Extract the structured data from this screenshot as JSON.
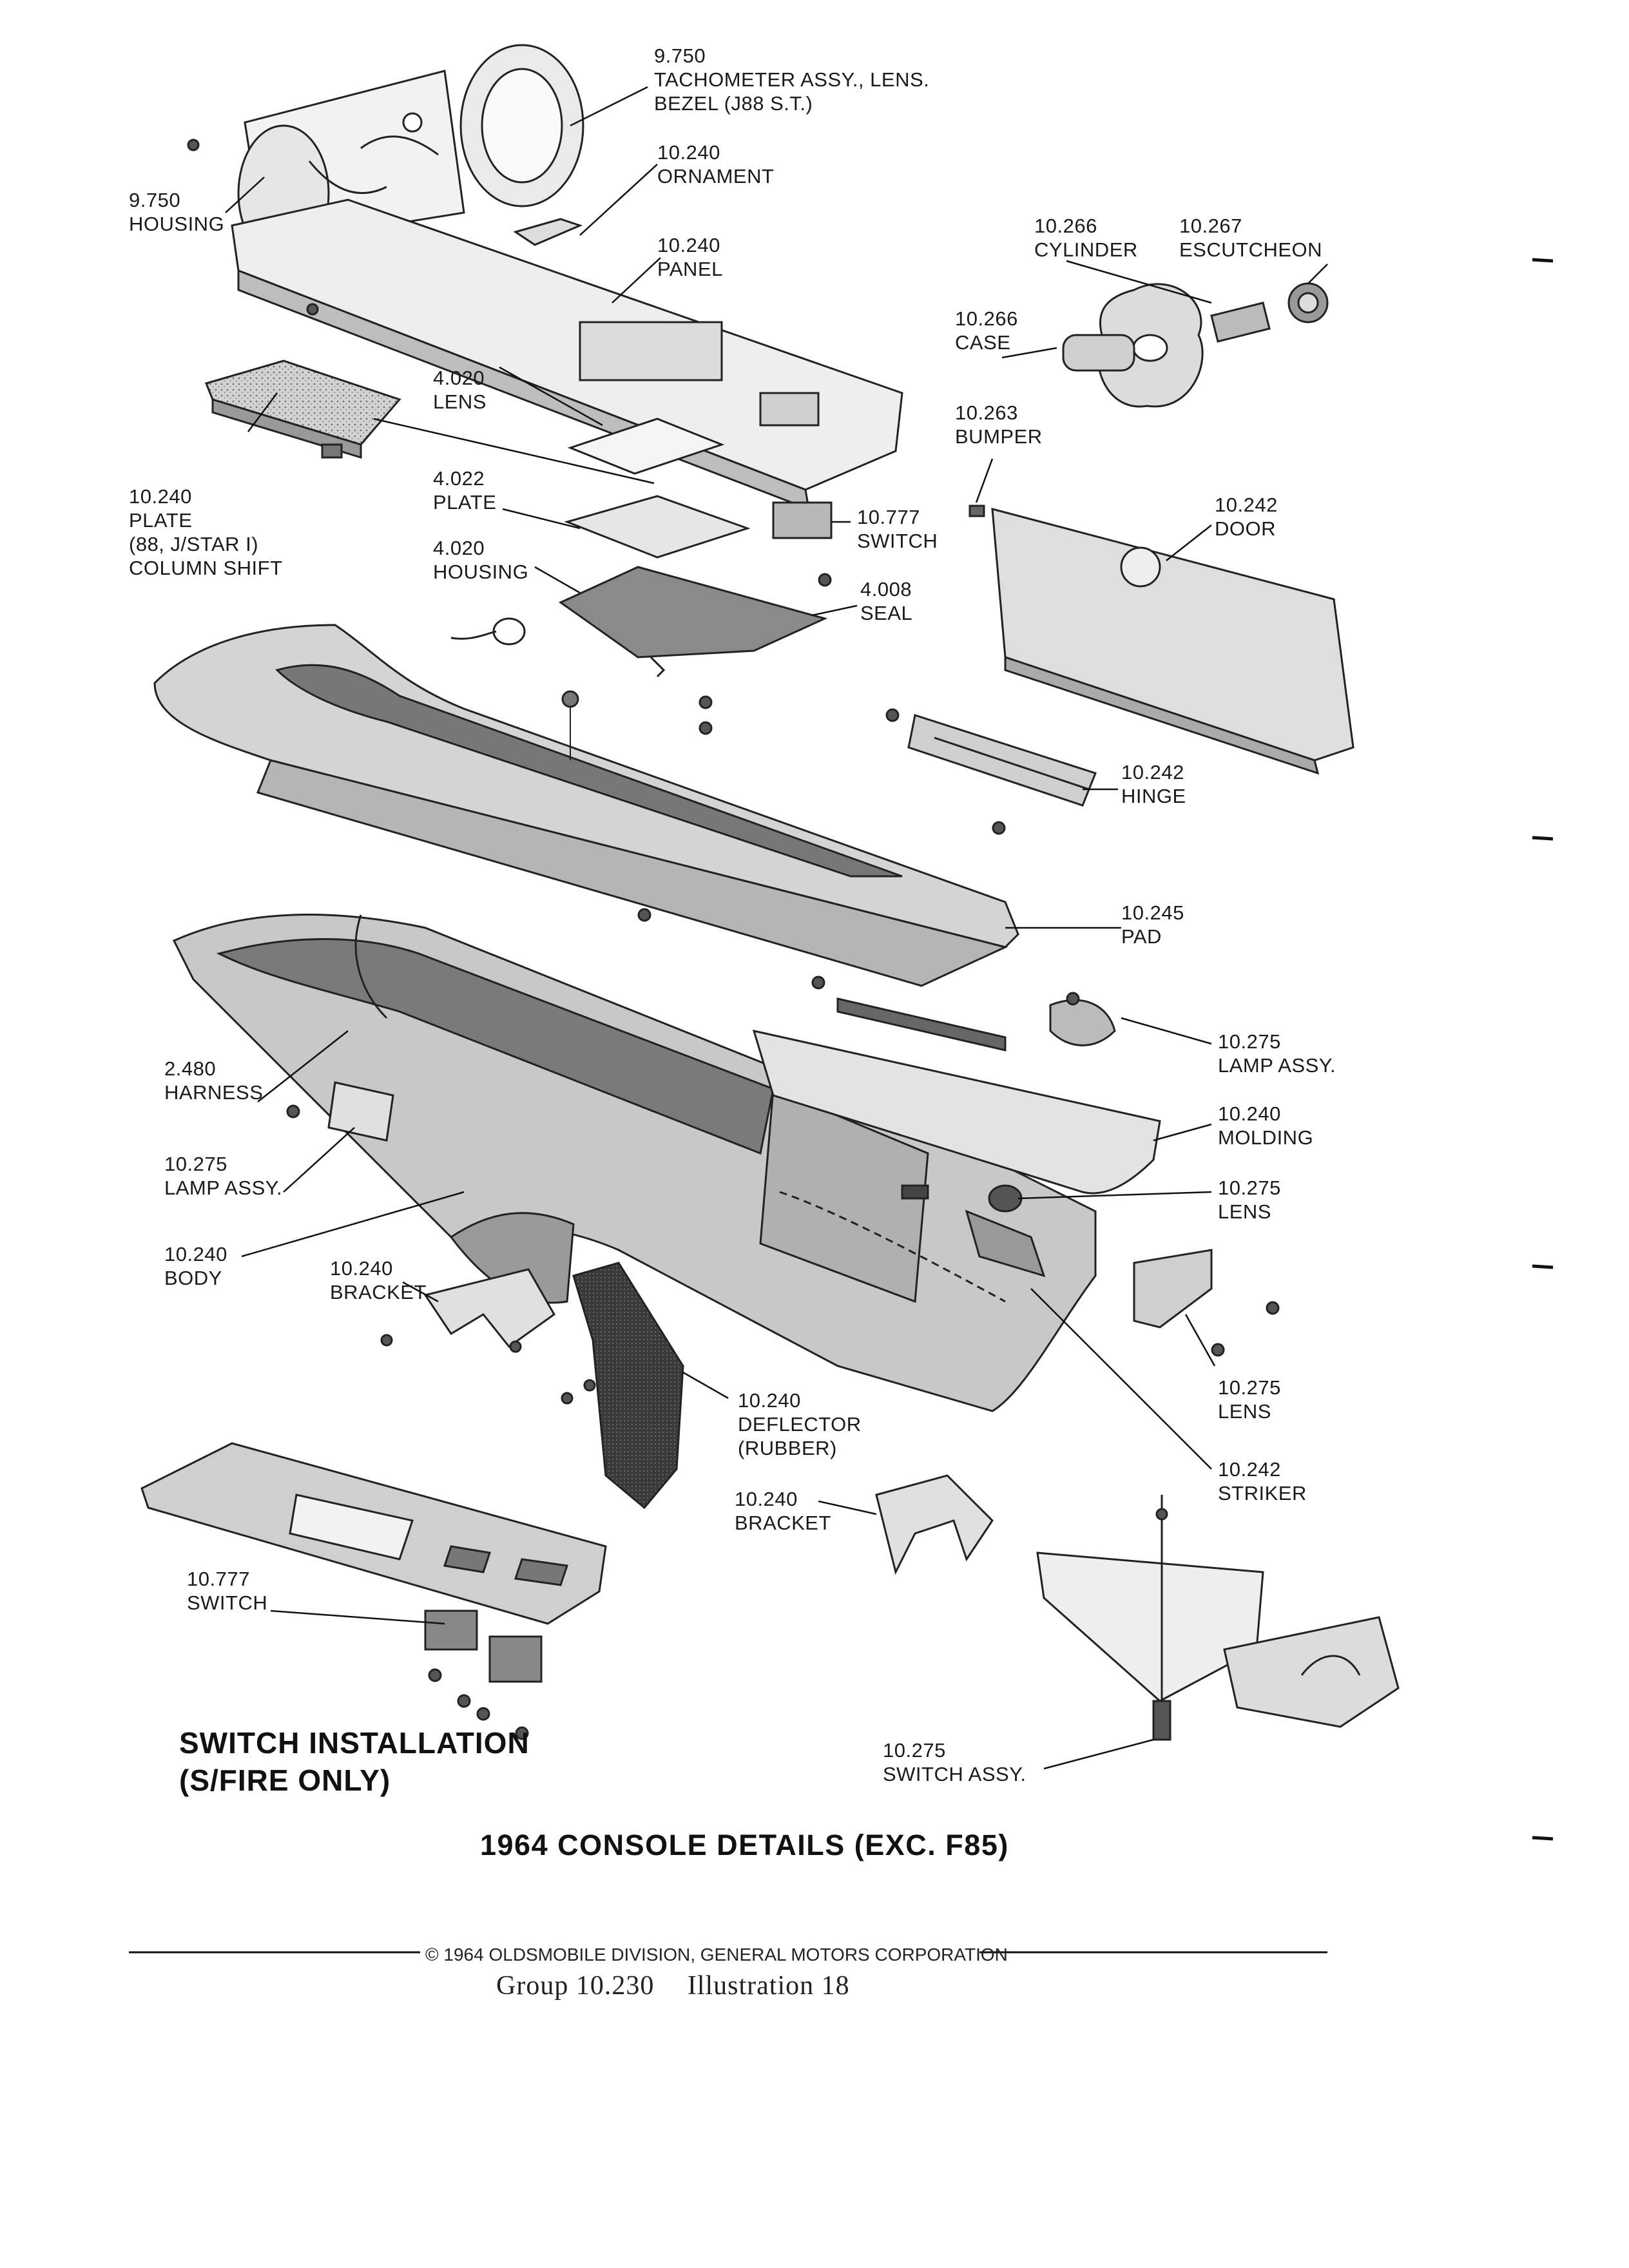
{
  "callouts": {
    "tachometer": {
      "number": "9.750",
      "name": "TACHOMETER ASSY., LENS.",
      "extra": "BEZEL (J88 S.T.)"
    },
    "housing_top": {
      "number": "9.750",
      "name": "HOUSING"
    },
    "ornament": {
      "number": "10.240",
      "name": "ORNAMENT"
    },
    "panel": {
      "number": "10.240",
      "name": "PANEL"
    },
    "cylinder": {
      "number": "10.266",
      "name": "CYLINDER"
    },
    "escutcheon": {
      "number": "10.267",
      "name": "ESCUTCHEON"
    },
    "case": {
      "number": "10.266",
      "name": "CASE"
    },
    "bumper": {
      "number": "10.263",
      "name": "BUMPER"
    },
    "lens_upper": {
      "number": "4.020",
      "name": "LENS"
    },
    "plate_column": {
      "number": "10.240",
      "name": "PLATE",
      "line3": "(88, J/STAR I)",
      "line4": "COLUMN SHIFT"
    },
    "plate_shift": {
      "number": "4.022",
      "name": "PLATE"
    },
    "switch_upper": {
      "number": "10.777",
      "name": "SWITCH"
    },
    "door": {
      "number": "10.242",
      "name": "DOOR"
    },
    "housing_shift": {
      "number": "4.020",
      "name": "HOUSING"
    },
    "seal": {
      "number": "4.008",
      "name": "SEAL"
    },
    "hinge": {
      "number": "10.242",
      "name": "HINGE"
    },
    "pad": {
      "number": "10.245",
      "name": "PAD"
    },
    "lamp_assy_right": {
      "number": "10.275",
      "name": "LAMP ASSY."
    },
    "harness": {
      "number": "2.480",
      "name": "HARNESS"
    },
    "molding": {
      "number": "10.240",
      "name": "MOLDING"
    },
    "lamp_assy_left": {
      "number": "10.275",
      "name": "LAMP ASSY."
    },
    "lens_right": {
      "number": "10.275",
      "name": "LENS"
    },
    "body": {
      "number": "10.240",
      "name": "BODY"
    },
    "bracket_upper": {
      "number": "10.240",
      "name": "BRACKET"
    },
    "lens_lower": {
      "number": "10.275",
      "name": "LENS"
    },
    "deflector": {
      "number": "10.240",
      "name": "DEFLECTOR",
      "extra": "(RUBBER)"
    },
    "striker": {
      "number": "10.242",
      "name": "STRIKER"
    },
    "bracket_lower": {
      "number": "10.240",
      "name": "BRACKET"
    },
    "switch_lower": {
      "number": "10.777",
      "name": "SWITCH"
    },
    "switch_assy": {
      "number": "10.275",
      "name": "SWITCH ASSY."
    }
  },
  "switch_installation": {
    "line1": "SWITCH INSTALLATION",
    "line2": "(S/FIRE ONLY)"
  },
  "title": "1964 CONSOLE DETAILS (EXC. F85)",
  "copyright": "© 1964 OLDSMOBILE DIVISION, GENERAL MOTORS CORPORATION",
  "footer": {
    "group": "Group 10.230",
    "illustration": "Illustration 18"
  }
}
